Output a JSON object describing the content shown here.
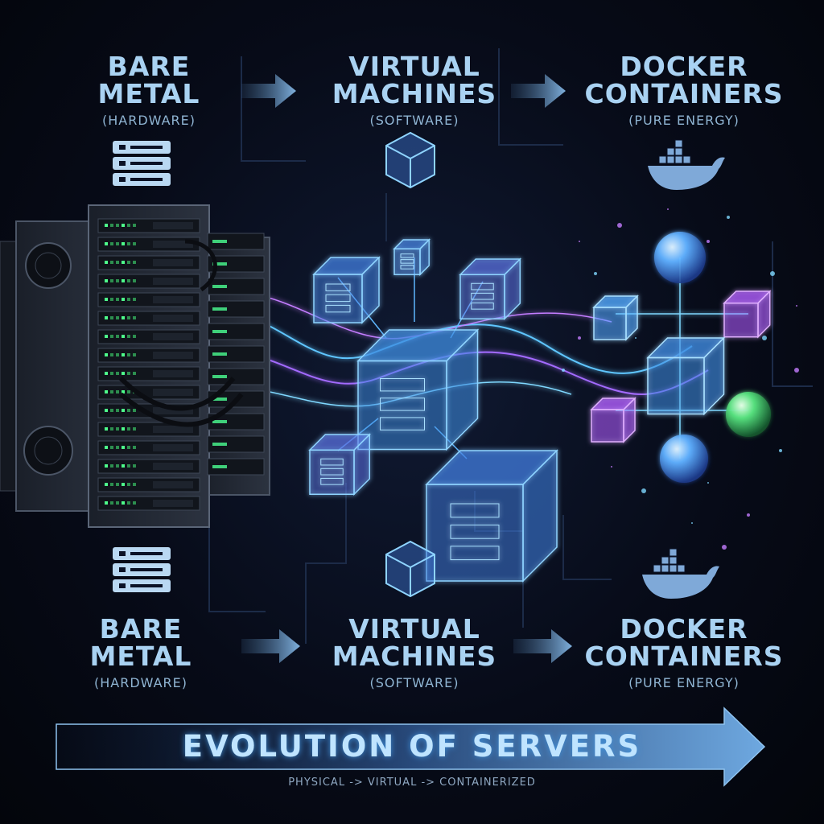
{
  "stages_top": [
    {
      "title_line1": "BARE",
      "title_line2": "METAL",
      "subtitle": "(HARDWARE)",
      "icon": "server-stack-icon"
    },
    {
      "title_line1": "VIRTUAL",
      "title_line2": "MACHINES",
      "subtitle": "(SOFTWARE)",
      "icon": "cube-icon"
    },
    {
      "title_line1": "DOCKER",
      "title_line2": "CONTAINERS",
      "subtitle": "(PURE ENERGY)",
      "icon": "docker-whale-icon"
    }
  ],
  "stages_bottom": [
    {
      "title_line1": "BARE",
      "title_line2": "METAL",
      "subtitle": "(HARDWARE)",
      "icon": "server-stack-icon"
    },
    {
      "title_line1": "VIRTUAL",
      "title_line2": "MACHINES",
      "subtitle": "(SOFTWARE)",
      "icon": "cube-icon"
    },
    {
      "title_line1": "DOCKER",
      "title_line2": "CONTAINERS",
      "subtitle": "(PURE ENERGY)",
      "icon": "docker-whale-icon"
    }
  ],
  "banner": {
    "title": "EVOLUTION OF SERVERS",
    "subtitle": "PHYSICAL -> VIRTUAL -> CONTAINERIZED"
  },
  "colors": {
    "text": "#a9d2f2",
    "accent_blue": "#4fb3ff",
    "accent_purple": "#a36bff",
    "accent_green": "#4dff9a",
    "background": "#05070f"
  }
}
